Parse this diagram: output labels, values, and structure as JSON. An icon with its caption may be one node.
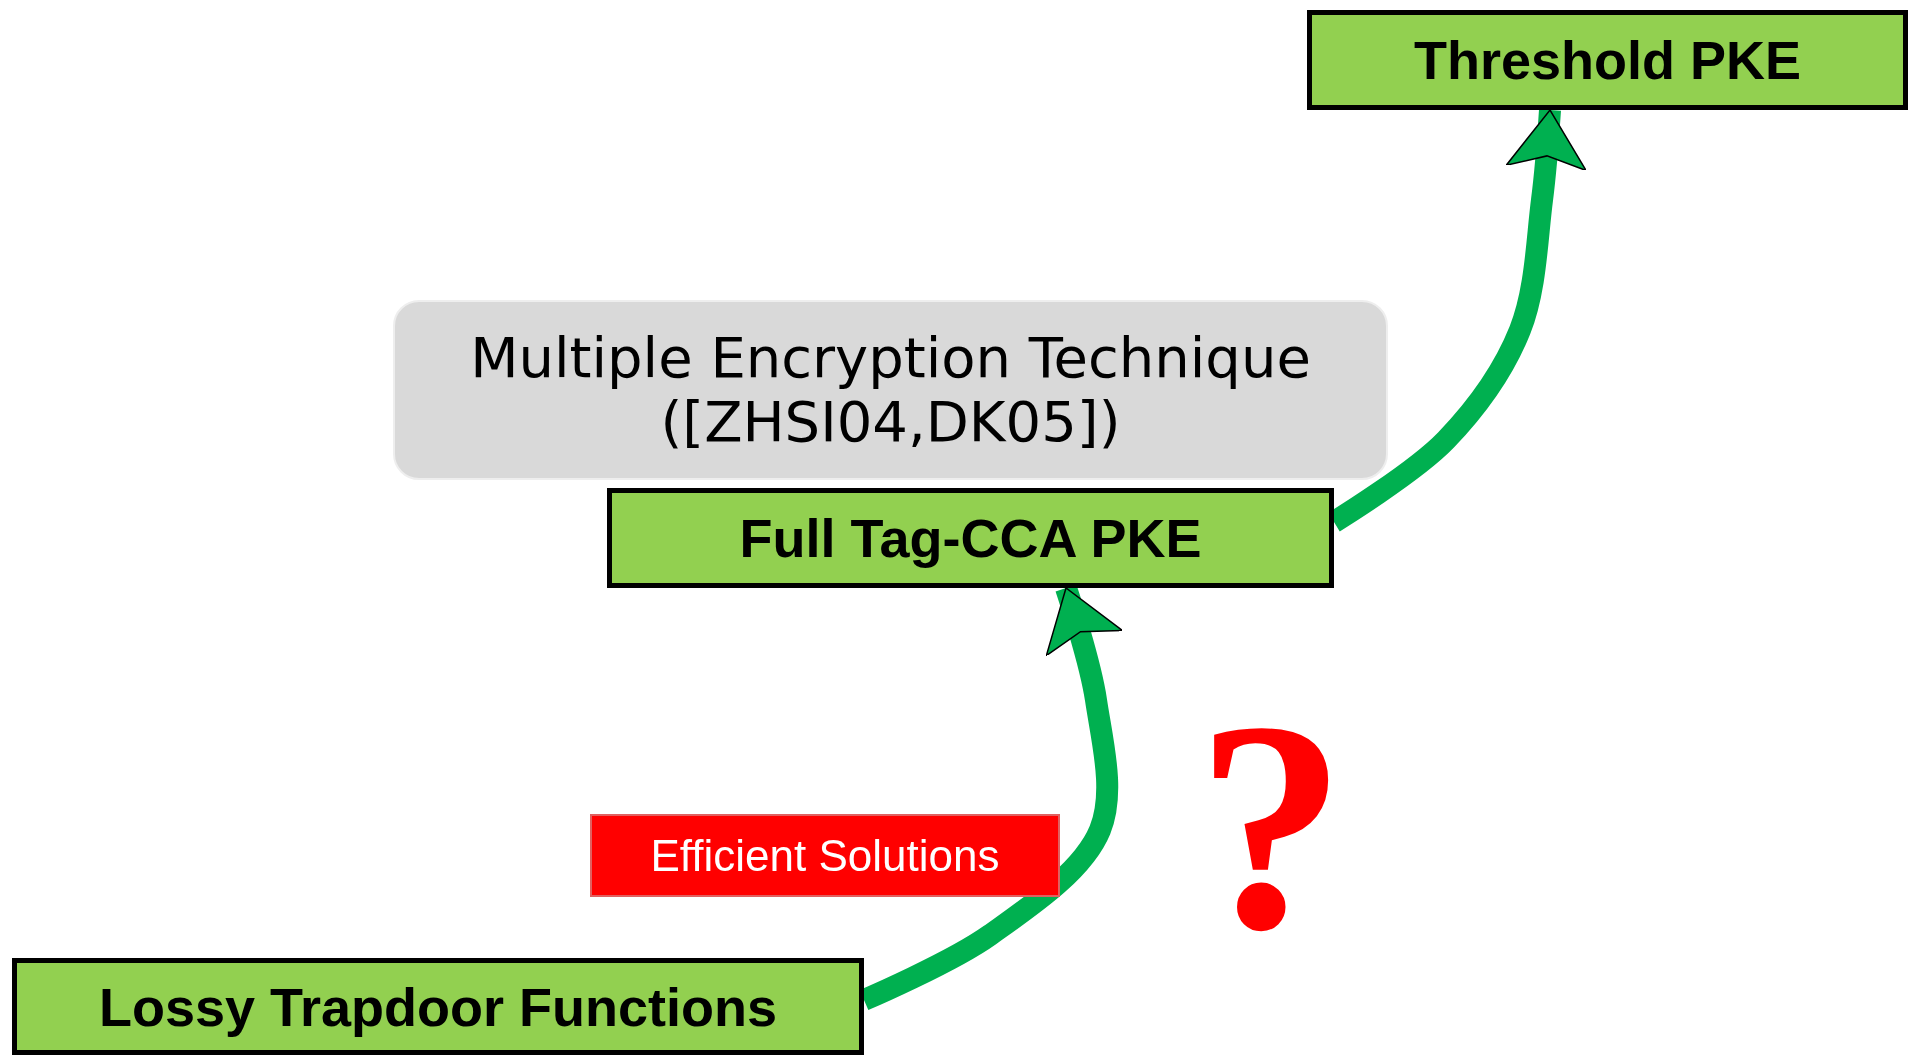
{
  "diagram": {
    "nodes": [
      {
        "text": [
          "Threshold PKE"
        ]
      },
      {
        "text": [
          "Multiple Encryption Technique ([ZHSI04,DK05])"
        ]
      },
      {
        "text": [
          "Full Tag-CCA PKE"
        ]
      },
      {
        "text": [
          "Efficient Solutions"
        ]
      },
      {
        "text": [
          "Lossy Trapdoor Functions"
        ]
      }
    ],
    "edges": [
      {
        "from": 4,
        "to": 2,
        "arrow": "to"
      },
      {
        "from": 2,
        "to": 0,
        "arrow": "to"
      }
    ],
    "labels": [
      "?"
    ]
  }
}
